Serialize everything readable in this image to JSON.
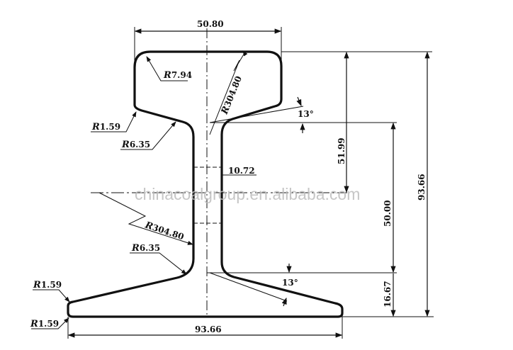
{
  "watermark": "chinacoalgroup.en.alibaba.com",
  "colors": {
    "line": "#111111",
    "watermark": "#bdbdbd"
  },
  "dimensions": {
    "head_width": "50.80",
    "head_height": "51.99",
    "web_to_foot": "50.00",
    "foot_height": "16.67",
    "total_height": "93.66",
    "base_width": "93.66",
    "web_thickness": "10.72"
  },
  "radii": {
    "head_corner": {
      "prefix": "R",
      "value": "7.94"
    },
    "head_side": {
      "prefix": "R",
      "value": "304.80"
    },
    "head_underside": {
      "prefix": "R",
      "value": "1.59"
    },
    "head_web_fillet": {
      "prefix": "R",
      "value": "6.35"
    },
    "web_side": {
      "prefix": "R",
      "value": "304.80"
    },
    "foot_web_fillet": {
      "prefix": "R",
      "value": "6.35"
    },
    "foot_top_corner": {
      "prefix": "R",
      "value": "1.59"
    },
    "foot_bottom_corner": {
      "prefix": "R",
      "value": "1.59"
    }
  },
  "angles": {
    "head_slope": "13°",
    "foot_slope": "13°"
  }
}
